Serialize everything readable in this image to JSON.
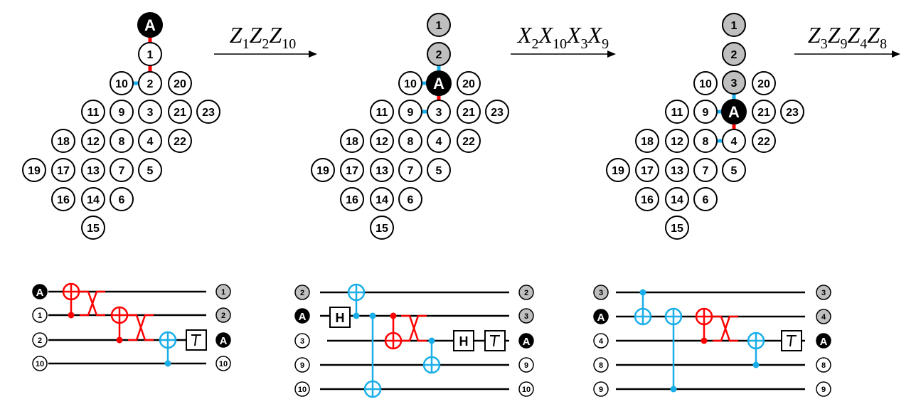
{
  "colors": {
    "red": "#ff0000",
    "blue": "#1aaee8",
    "gray": "#bfbfbf",
    "black": "#000000",
    "white": "#ffffff"
  },
  "lattice_labels": [
    "1",
    "2",
    "3",
    "4",
    "5",
    "6",
    "7",
    "8",
    "9",
    "10",
    "11",
    "12",
    "13",
    "14",
    "15",
    "16",
    "17",
    "18",
    "19",
    "20",
    "21",
    "22",
    "23"
  ],
  "ancilla_label": "A",
  "panels": [
    {
      "ancilla_at": "above-1",
      "gray_nodes": [],
      "red_bonds": [
        [
          "A",
          "1"
        ],
        [
          "1",
          "2"
        ]
      ],
      "blue_bonds": [
        [
          "10",
          "2"
        ]
      ],
      "arrow": {
        "label_parts": [
          [
            "Z",
            "1"
          ],
          [
            "Z",
            "2"
          ],
          [
            "Z",
            "10"
          ]
        ]
      }
    },
    {
      "ancilla_at": "2",
      "gray_nodes": [
        "1",
        "2"
      ],
      "red_bonds": [
        [
          "A",
          "3"
        ]
      ],
      "blue_bonds": [
        [
          "10",
          "A"
        ],
        [
          "2",
          "A"
        ],
        [
          "9",
          "3"
        ]
      ],
      "arrow": {
        "label_parts": [
          [
            "X",
            "2"
          ],
          [
            "X",
            "10"
          ],
          [
            "X",
            "3"
          ],
          [
            "X",
            "9"
          ]
        ]
      }
    },
    {
      "ancilla_at": "3",
      "gray_nodes": [
        "1",
        "2",
        "3"
      ],
      "red_bonds": [
        [
          "A",
          "4"
        ]
      ],
      "blue_bonds": [
        [
          "9",
          "A"
        ],
        [
          "3",
          "A"
        ],
        [
          "8",
          "4"
        ]
      ],
      "arrow": {
        "label_parts": [
          [
            "Z",
            "3"
          ],
          [
            "Z",
            "9"
          ],
          [
            "Z",
            "4"
          ],
          [
            "Z",
            "8"
          ]
        ]
      }
    }
  ],
  "circuits": [
    {
      "inputs": [
        "A",
        "1",
        "2",
        "10"
      ],
      "outputs": [
        "1",
        "2",
        "A",
        "10"
      ],
      "gate_labels": []
    },
    {
      "inputs": [
        "2",
        "A",
        "3",
        "9",
        "10"
      ],
      "outputs": [
        "2",
        "3",
        "A",
        "9",
        "10"
      ],
      "gate_labels": [
        "H",
        "H"
      ]
    },
    {
      "inputs": [
        "3",
        "A",
        "4",
        "8",
        "9"
      ],
      "outputs": [
        "3",
        "4",
        "A",
        "8",
        "9"
      ],
      "gate_labels": []
    }
  ]
}
